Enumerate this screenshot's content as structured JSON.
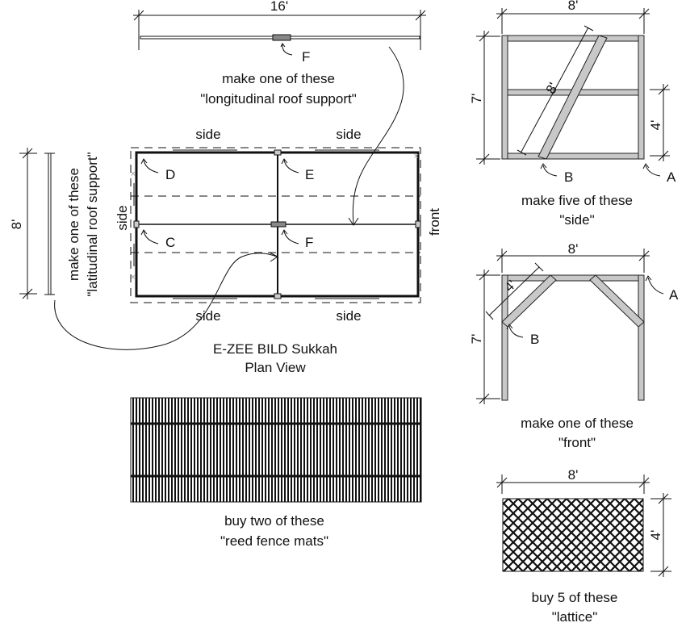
{
  "longitudinal": {
    "dimension": "16'",
    "part_letter": "F",
    "caption_line1": "make one of these",
    "caption_line2": "\"longitudinal roof support\""
  },
  "latitudinal": {
    "dimension": "8'",
    "caption_line1": "make one of these",
    "caption_line2": "\"latitudinal roof support\""
  },
  "plan": {
    "labels": {
      "side_top_left": "side",
      "side_top_right": "side",
      "side_bottom_left": "side",
      "side_bottom_right": "side",
      "side_left": "side",
      "front": "front"
    },
    "parts": {
      "d": "D",
      "e": "E",
      "c": "C",
      "f": "F"
    },
    "title_line1": "E-ZEE BILD Sukkah",
    "title_line2": "Plan View"
  },
  "reed": {
    "caption_line1": "buy two of these",
    "caption_line2": "\"reed fence mats\""
  },
  "side_panel": {
    "width_dim": "8'",
    "height_dim": "7'",
    "mid_dim": "4'",
    "diag_dim": "8'",
    "part_a": "A",
    "part_b": "B",
    "caption_line1": "make five of these",
    "caption_line2": "\"side\""
  },
  "front_panel": {
    "width_dim": "8'",
    "height_dim": "7'",
    "corner_dim": "4'",
    "part_a": "A",
    "part_b": "B",
    "caption_line1": "make one of these",
    "caption_line2": "\"front\""
  },
  "lattice": {
    "width_dim": "8'",
    "height_dim": "4'",
    "caption_line1": "buy 5 of these",
    "caption_line2": "\"lattice\""
  }
}
